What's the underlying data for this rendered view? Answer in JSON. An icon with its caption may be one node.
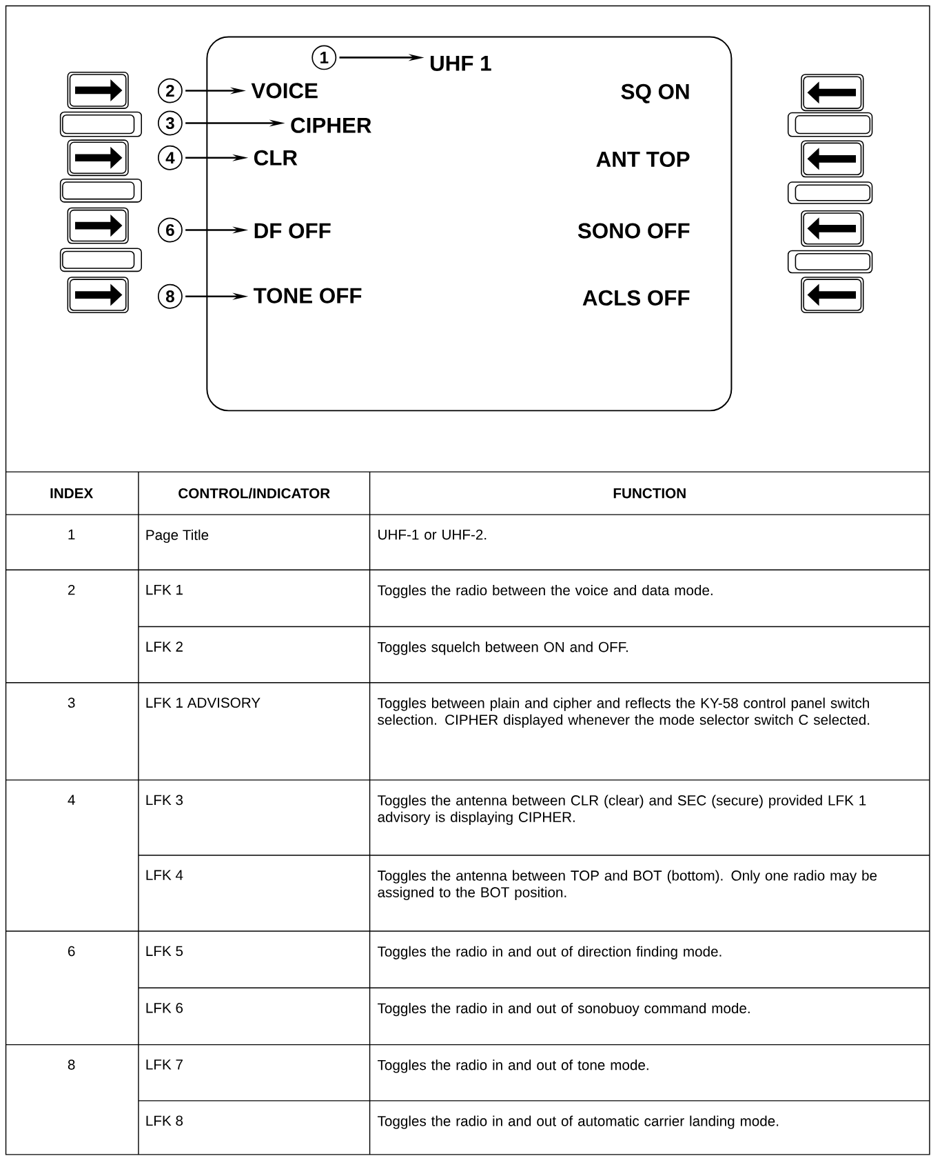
{
  "diagram": {
    "nodes": [
      {
        "text": [],
        "shape": "box"
      },
      {
        "text": [
          "1"
        ],
        "in": 0
      },
      {
        "text": [
          "2"
        ]
      },
      {
        "text": [
          "3"
        ]
      },
      {
        "text": [
          "4"
        ]
      },
      {
        "text": [
          "6"
        ]
      },
      {
        "text": [
          "8"
        ]
      },
      {
        "text": [
          "UHF 1"
        ],
        "in": 0
      },
      {
        "text": [
          "VOICE"
        ],
        "in": 0
      },
      {
        "text": [
          "CIPHER"
        ],
        "in": 0
      },
      {
        "text": [
          "CLR"
        ],
        "in": 0
      },
      {
        "text": [
          "DF OFF"
        ],
        "in": 0
      },
      {
        "text": [
          "TONE OFF"
        ],
        "in": 0
      }
    ],
    "edges": [
      {
        "from": 1,
        "to": 7,
        "arrow": "to"
      },
      {
        "from": 2,
        "to": 8,
        "arrow": "to"
      },
      {
        "from": 3,
        "to": 9,
        "arrow": "to"
      },
      {
        "from": 4,
        "to": 10,
        "arrow": "to"
      },
      {
        "from": 5,
        "to": 11,
        "arrow": "to"
      },
      {
        "from": 6,
        "to": 12,
        "arrow": "to"
      }
    ],
    "labels": [
      "SQ ON",
      "ANT TOP",
      "SONO OFF",
      "ACLS OFF",
      "INDEX",
      "CONTROL/INDICATOR",
      "FUNCTION",
      "1",
      "Page Title",
      "UHF-1 or UHF-2.",
      "2",
      "LFK 1",
      "Toggles the radio between the voice and data mode.",
      "LFK 2",
      "Toggles squelch between ON and OFF.",
      "3",
      "LFK 1 ADVISORY",
      "Toggles between plain and cipher and reflects the KY-58 control panel switch selection. CIPHER displayed whenever the mode selector switch C selected.",
      "4",
      "LFK 3",
      "Toggles the antenna between CLR (clear) and SEC (secure) provided LFK 1 advisory is displaying CIPHER.",
      "LFK 4",
      "Toggles the antenna between TOP and BOT (bottom). Only one radio may be assigned to the BOT position.",
      "6",
      "LFK 5",
      "Toggles the radio in and out of direction finding mode.",
      "LFK 6",
      "Toggles the radio in and out of sonobuoy command mode.",
      "8",
      "LFK 7",
      "Toggles the radio in and out of tone mode.",
      "LFK 8",
      "Toggles the radio in and out of automatic carrier landing mode."
    ]
  }
}
